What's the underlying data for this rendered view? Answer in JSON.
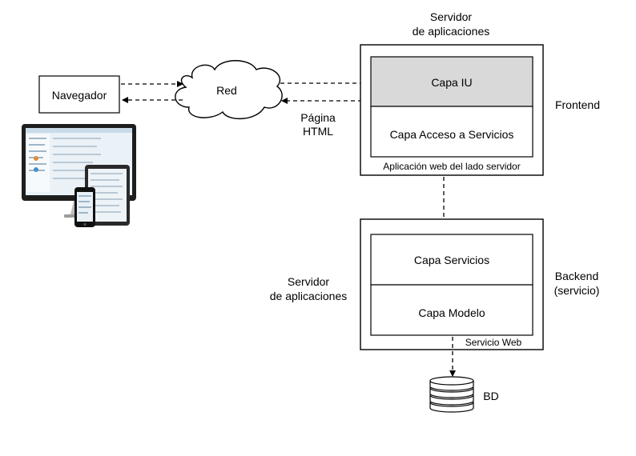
{
  "browser": {
    "label": "Navegador"
  },
  "network": {
    "label": "Red"
  },
  "response": {
    "line1": "Página",
    "line2": "HTML"
  },
  "frontend_server": {
    "title_line1": "Servidor",
    "title_line2": "de aplicaciones",
    "layer_ui": "Capa IU",
    "layer_services_access": "Capa Acceso a Servicios",
    "caption": "Aplicación web del lado servidor",
    "side_label": "Frontend"
  },
  "backend_server": {
    "title_line1": "Servidor",
    "title_line2": "de aplicaciones",
    "layer_services": "Capa Servicios",
    "layer_model": "Capa Modelo",
    "caption": "Servicio Web",
    "side_label_line1": "Backend",
    "side_label_line2": "(servicio)"
  },
  "database": {
    "label": "BD"
  },
  "colors": {
    "ui_layer_fill": "#d9d9d9",
    "stroke": "#000000",
    "device_screen": "#eaf2f8"
  }
}
